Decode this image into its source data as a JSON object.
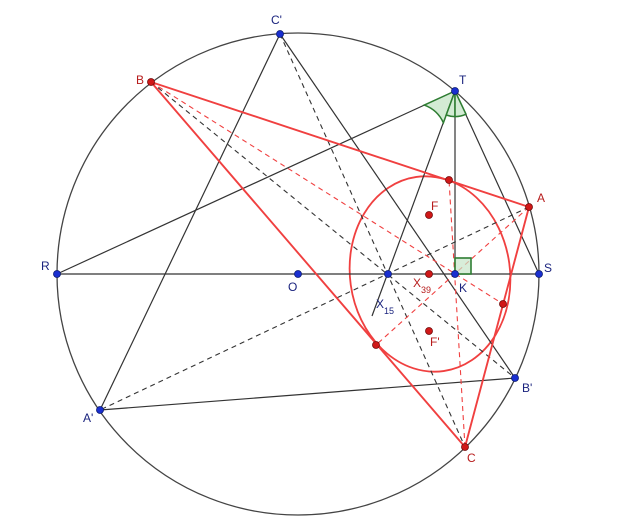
{
  "figure": {
    "colors": {
      "circle": "#444444",
      "line_dark": "#333333",
      "triangle": "#f04040",
      "point_blue": "#1a2fd0",
      "point_red": "#d01818",
      "angle_fill": "#c8e6c9",
      "angle_stroke": "#2e7d32",
      "label_blue": "#1a237e",
      "label_red": "#b71c1c"
    },
    "labels": {
      "C_prime": "C'",
      "B": "B",
      "T": "T",
      "A": "A",
      "F": "F",
      "R": "R",
      "O": "O",
      "X15_main": "X",
      "X15_sub": "15",
      "X39_main": "X",
      "X39_sub": "39",
      "K": "K",
      "S": "S",
      "F_prime": "F'",
      "A_prime": "A'",
      "B_prime": "B'",
      "C": "C"
    }
  }
}
